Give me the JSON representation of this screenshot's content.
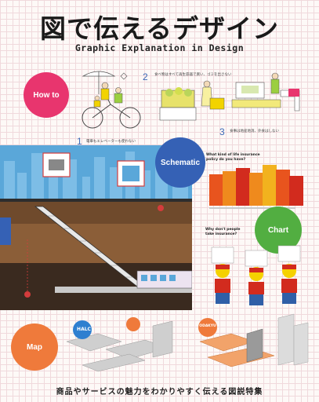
{
  "cover": {
    "title": "図で伝えるデザイン",
    "subtitle": "Graphic Explanation in Design",
    "footer": "商品やサービスの魅力をわかりやすく伝える図説特集"
  },
  "sections": {
    "howto": "How to",
    "schematic": "Schematic",
    "chart": "Chart",
    "map": "Map"
  },
  "howto_steps": [
    {
      "num": "1",
      "text": "電車もエレベーターも使わない"
    },
    {
      "num": "2",
      "text": "食べ物はすべて再生容器で買い、ゴミを出さない"
    },
    {
      "num": "3",
      "text": "食事は地産地消、外食はしない"
    }
  ],
  "chart_questions": {
    "q1": "What kind of life insurance policy do you have?",
    "q2": "Why don't people take insurance?"
  },
  "map_labels": {
    "halc": "HALC",
    "odakyu": "ODAKYU"
  },
  "colors": {
    "howto": "#e8356e",
    "schematic": "#3561b5",
    "chart": "#52ae41",
    "map": "#ef7a3b"
  }
}
